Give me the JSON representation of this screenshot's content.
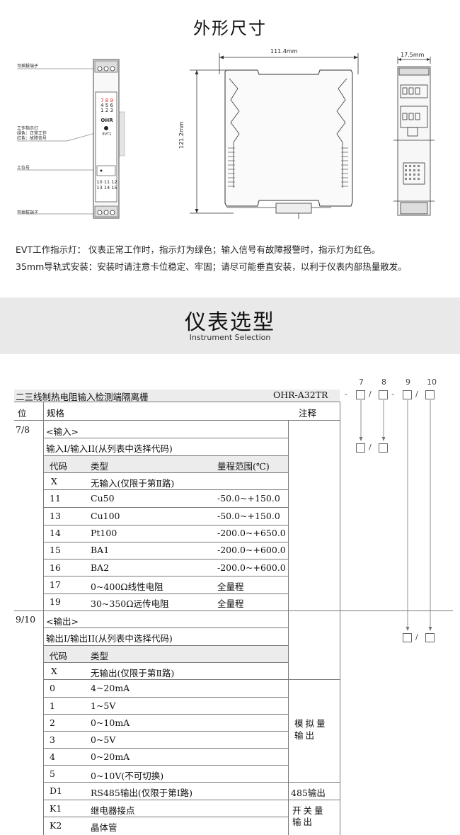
{
  "dimensions": {
    "title": "外形尺寸",
    "width_label": "111.4mm",
    "height_label": "121.2mm",
    "depth_label": "17.5mm",
    "callouts": {
      "terminal_top": "可插拔端子",
      "indicator": [
        "工作指示灯",
        "绿色：正常工作",
        "红色：故障信号"
      ],
      "position": "工位号",
      "terminal_bottom": "可插拔端子"
    },
    "device": {
      "top_terminal_row1": "7 8 9",
      "top_terminal_row2": "4 5 6",
      "top_terminal_row3": "1 2 3",
      "brand": "OHR",
      "lamp": "EVT1",
      "bottom_terminal_row1": "10 11 12",
      "bottom_terminal_row2": "13 14 15"
    },
    "desc_evt": "EVT工作指示灯： 仪表正常工作时，指示灯为绿色；输入信号有故障报警时，指示灯为红色。",
    "desc_rail": "35mm导轨式安装：安装时请注意卡位稳定、牢固；请尽可能垂直安装，以利于仪表内部热量散发。"
  },
  "selection": {
    "title": "仪表选型",
    "subtitle": "Instrument Selection",
    "product_name": "二三线制热电阻输入检测端隔离栅",
    "model": "OHR-A32TR",
    "dash": "-",
    "slash": "/",
    "code_positions": [
      "7",
      "8",
      "9",
      "10"
    ],
    "headers": {
      "pos": "位",
      "spec": "规格",
      "note": "注释"
    },
    "input": {
      "pos": "7/8",
      "label": "<输入>",
      "sub": "输入I/输入II(从列表中选择代码)",
      "col_code": "代码",
      "col_type": "类型",
      "col_range": "量程范围(℃)",
      "rows": [
        {
          "code": "X",
          "type": "无输入(仅限于第Ⅱ路)",
          "range": ""
        },
        {
          "code": "11",
          "type": "Cu50",
          "range": "-50.0~+150.0"
        },
        {
          "code": "13",
          "type": "Cu100",
          "range": "-50.0~+150.0"
        },
        {
          "code": "14",
          "type": "Pt100",
          "range": "-200.0~+650.0"
        },
        {
          "code": "15",
          "type": "BA1",
          "range": "-200.0~+600.0"
        },
        {
          "code": "16",
          "type": "BA2",
          "range": "-200.0~+600.0"
        },
        {
          "code": "17",
          "type": "0~400Ω线性电阻",
          "range": "全量程"
        },
        {
          "code": "19",
          "type": "30~350Ω远传电阻",
          "range": "全量程"
        }
      ]
    },
    "output": {
      "pos": "9/10",
      "label": "<输出>",
      "sub": "输出I/输出II(从列表中选择代码)",
      "col_code": "代码",
      "col_type": "类型",
      "rows": [
        {
          "code": "X",
          "type": "无输出(仅限于第Ⅱ路)"
        },
        {
          "code": "0",
          "type": "4~20mA"
        },
        {
          "code": "1",
          "type": "1~5V"
        },
        {
          "code": "2",
          "type": "0~10mA"
        },
        {
          "code": "3",
          "type": "0~5V"
        },
        {
          "code": "4",
          "type": "0~20mA"
        },
        {
          "code": "5",
          "type": "0~10V(不可切换)"
        },
        {
          "code": "D1",
          "type": "RS485输出(仅限于第Ⅰ路)"
        },
        {
          "code": "K1",
          "type": "继电器接点"
        },
        {
          "code": "K2",
          "type": "晶体管"
        }
      ],
      "note_analog": "模拟量输出",
      "note_485": "485输出",
      "note_switch": "开关量输出"
    }
  }
}
